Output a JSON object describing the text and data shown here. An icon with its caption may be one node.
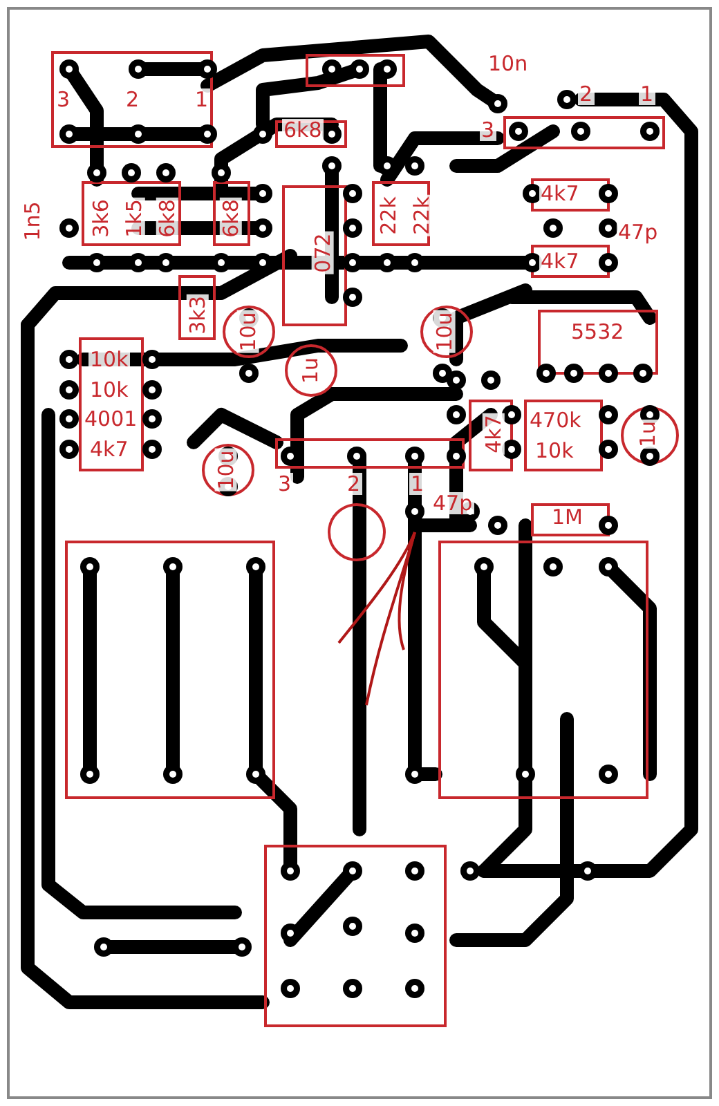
{
  "diagram": {
    "labels": [
      "10n",
      "3",
      "2",
      "1",
      "2",
      "1",
      "6k8",
      "3",
      "4k7",
      "1n5",
      "3k6",
      "1k5",
      "6k8",
      "6k8",
      "072",
      "22k",
      "22k",
      "47p",
      "4k7",
      "3k3",
      "10u",
      "10u",
      "5532",
      "10k",
      "10k",
      "4001",
      "4k7",
      "1u",
      "4k7",
      "470k",
      "10k",
      "1u",
      "10u",
      "3",
      "2",
      "1",
      "47p",
      "1M"
    ]
  }
}
